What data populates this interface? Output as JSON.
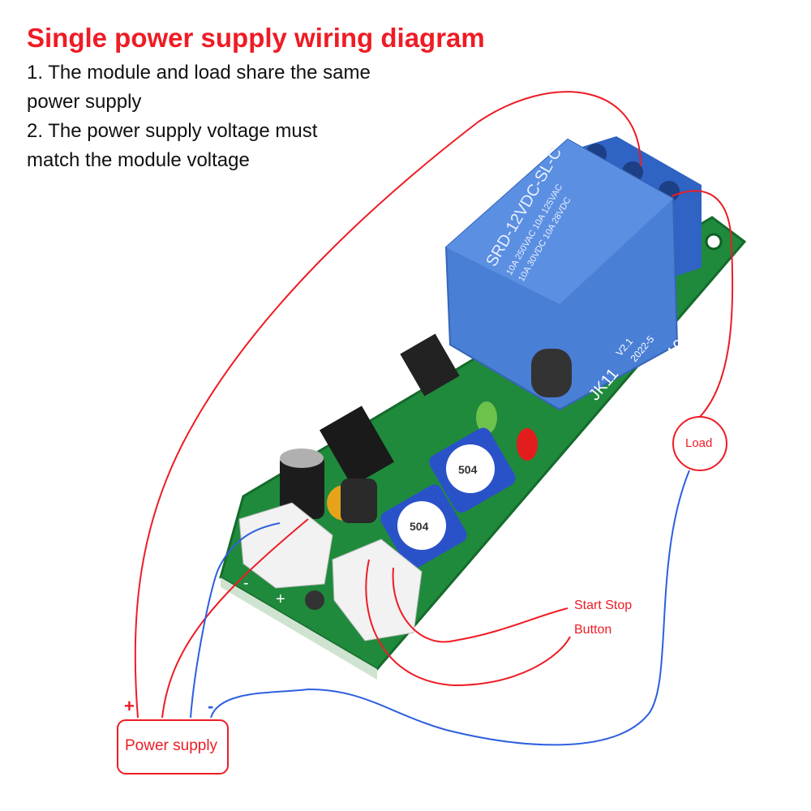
{
  "title": "Single power supply wiring diagram",
  "notes": [
    "1. The module and load share the same",
    "power supply",
    "2. The power supply voltage must",
    "match the module voltage"
  ],
  "relay": {
    "model": "SRD-12VDC-SL-C",
    "ratings": [
      "10A 250VAC 10A 125VAC",
      "10A 30VDC 10A 28VDC"
    ]
  },
  "board": {
    "model": "JK11",
    "version": "V2.1",
    "date": "2022-5",
    "max": "MAX:10A",
    "plus": "+",
    "minus": "-",
    "pot_label": "504"
  },
  "load_label": "Load",
  "button_label_1": "Start Stop",
  "button_label_2": "Button",
  "power_supply_label": "Power supply",
  "plus_sign": "+",
  "minus_sign": "-",
  "colors": {
    "red_wire": "#ee1c25",
    "blue_wire": "#2e5fe0",
    "board": "#1f8a3c",
    "relay": "#4a7fd6"
  }
}
